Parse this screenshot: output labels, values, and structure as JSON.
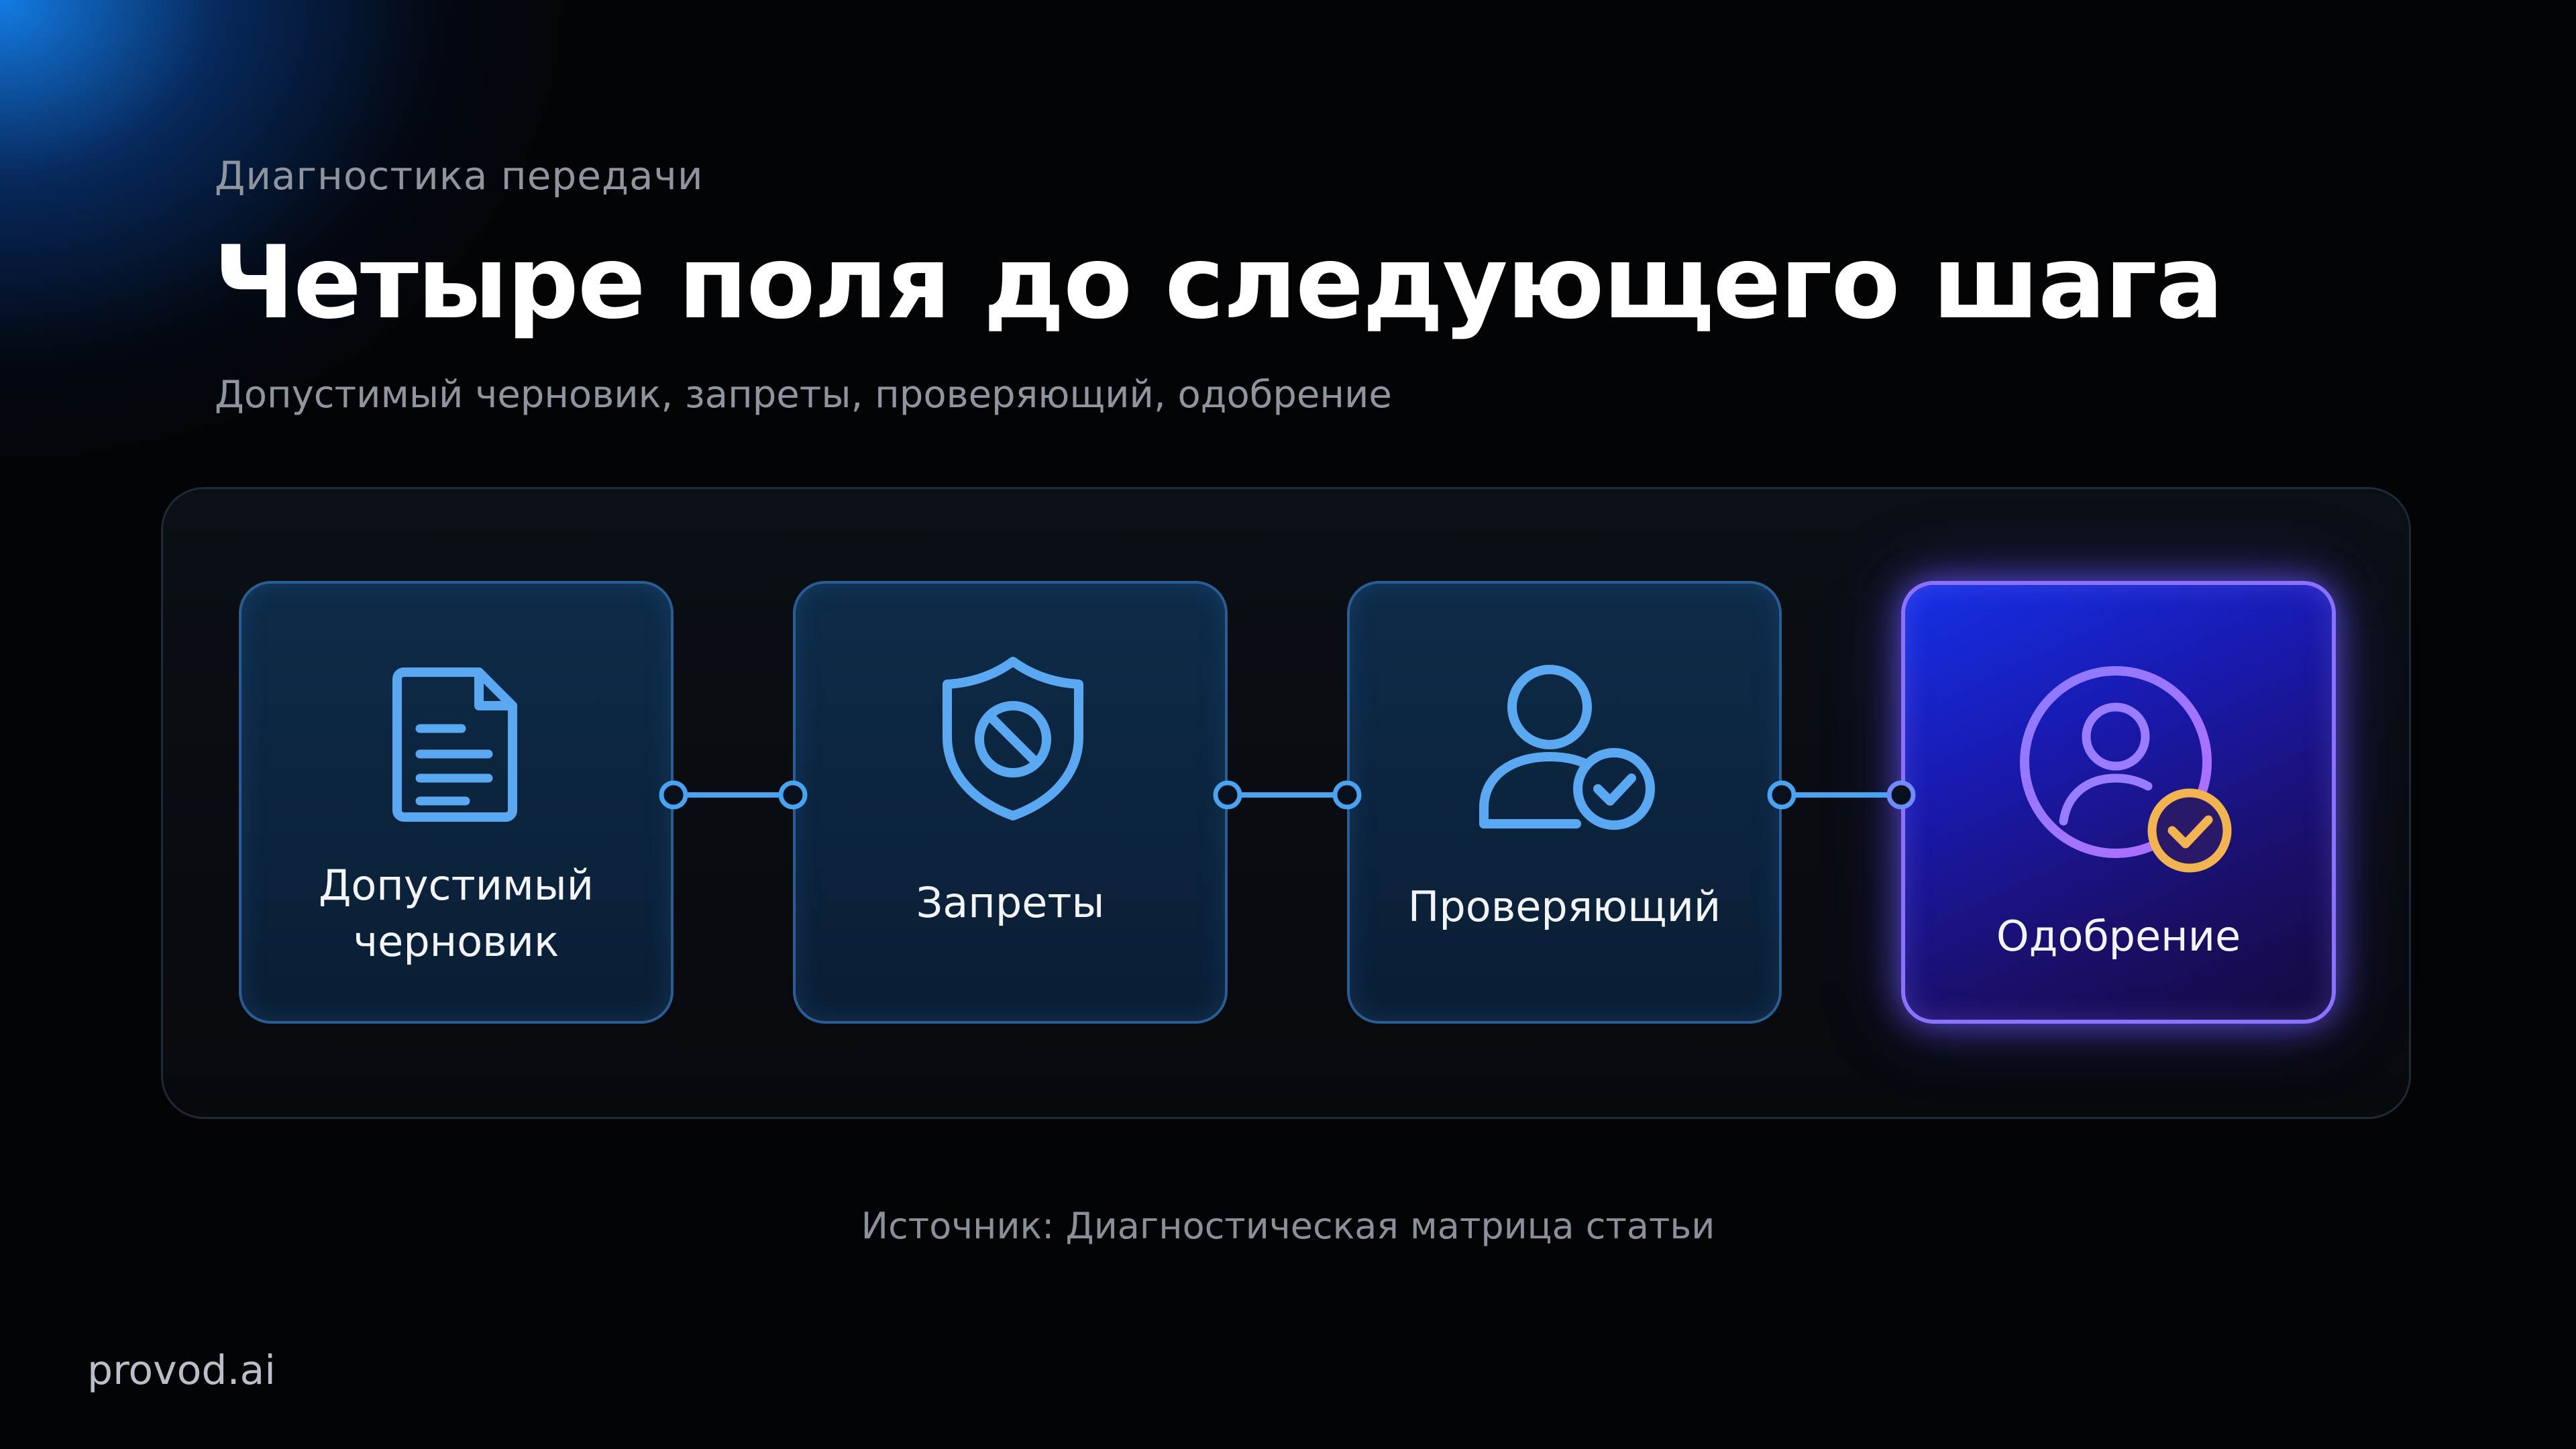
{
  "header": {
    "eyebrow": "Диагностика передачи",
    "title": "Четыре поля до следующего шага",
    "subtitle": "Допустимый черновик, запреты, проверяющий, одобрение"
  },
  "steps": [
    {
      "label": "Допустимый\nчерновик",
      "icon": "document-icon",
      "active": false
    },
    {
      "label": "Запреты",
      "icon": "shield-ban-icon",
      "active": false
    },
    {
      "label": "Проверяющий",
      "icon": "user-check-icon",
      "active": false
    },
    {
      "label": "Одобрение",
      "icon": "user-circle-check-icon",
      "active": true
    }
  ],
  "colors": {
    "card_border": "#2a5d93",
    "icon_blue": "#5aa8f2",
    "connector": "#4aa3f0",
    "active_border": "#8a72ff",
    "active_icon": "#9a7cff",
    "approval_check": "#f2b450"
  },
  "footer": {
    "source": "Источник: Диагностическая матрица статьи",
    "brand": "provod.ai"
  }
}
